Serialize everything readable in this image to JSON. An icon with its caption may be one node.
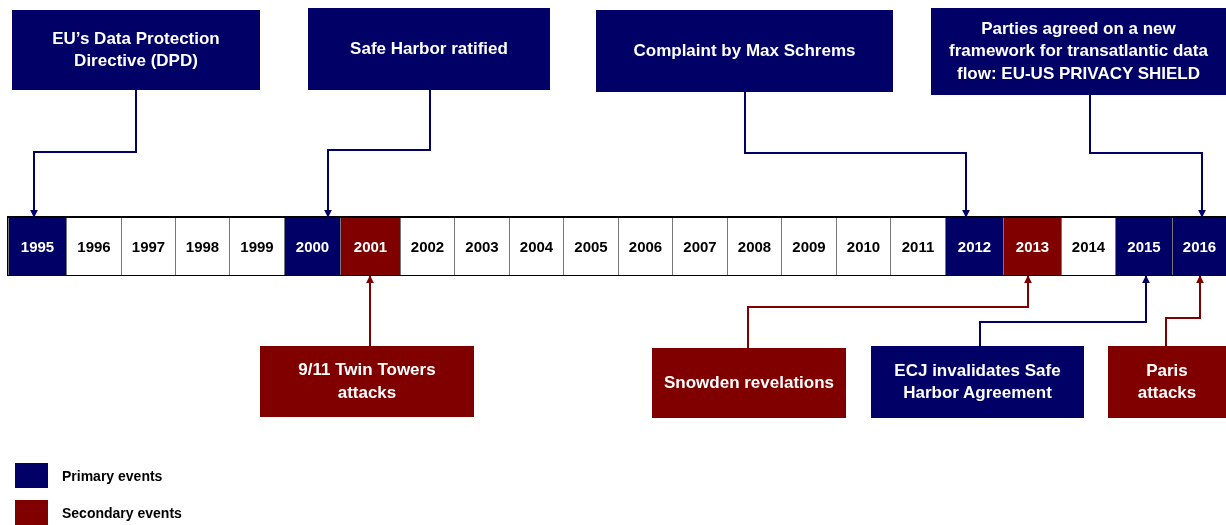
{
  "diagram": {
    "nodes": [
      {
        "text": [
          "EU’s Data Protection Directive (DPD)"
        ]
      },
      {
        "text": [
          "Safe Harbor ratified"
        ]
      },
      {
        "text": [
          "Complaint by Max Schrems"
        ]
      },
      {
        "text": [
          "Parties agreed on a new framework for transatlantic data flow: EU-US PRIVACY SHIELD"
        ]
      },
      {
        "text": [
          "1995"
        ]
      },
      {
        "text": [
          "1996"
        ]
      },
      {
        "text": [
          "1997"
        ]
      },
      {
        "text": [
          "1998"
        ]
      },
      {
        "text": [
          "1999"
        ]
      },
      {
        "text": [
          "2000"
        ]
      },
      {
        "text": [
          "2001"
        ]
      },
      {
        "text": [
          "2002"
        ]
      },
      {
        "text": [
          "2003"
        ]
      },
      {
        "text": [
          "2004"
        ]
      },
      {
        "text": [
          "2005"
        ]
      },
      {
        "text": [
          "2006"
        ]
      },
      {
        "text": [
          "2007"
        ]
      },
      {
        "text": [
          "2008"
        ]
      },
      {
        "text": [
          "2009"
        ]
      },
      {
        "text": [
          "2010"
        ]
      },
      {
        "text": [
          "2011"
        ]
      },
      {
        "text": [
          "2012"
        ]
      },
      {
        "text": [
          "2013"
        ]
      },
      {
        "text": [
          "2014"
        ]
      },
      {
        "text": [
          "2015"
        ]
      },
      {
        "text": [
          "2016"
        ]
      },
      {
        "text": [
          "9/11 Twin Towers attacks"
        ]
      },
      {
        "text": [
          "Snowden revelations"
        ]
      },
      {
        "text": [
          "ECJ invalidates Safe Harbor Agreement"
        ]
      },
      {
        "text": [
          "Paris attacks"
        ]
      }
    ],
    "edges": [
      {
        "from": 0,
        "to": 4,
        "arrow": "to"
      },
      {
        "from": 1,
        "to": 9,
        "arrow": "to"
      },
      {
        "from": 2,
        "to": 21,
        "arrow": "to"
      },
      {
        "from": 3,
        "to": 25,
        "arrow": "to"
      },
      {
        "from": 26,
        "to": 10,
        "arrow": "to",
        "color": "#800000"
      },
      {
        "from": 27,
        "to": 22,
        "arrow": "to",
        "color": "#800000"
      },
      {
        "from": 28,
        "to": 24,
        "arrow": "to"
      },
      {
        "from": 29,
        "to": 25,
        "arrow": "to",
        "color": "#800000"
      }
    ],
    "legend": [
      {
        "text": "Primary events",
        "color": "#000066"
      },
      {
        "text": "Secondary events",
        "color": "#800000"
      }
    ]
  }
}
